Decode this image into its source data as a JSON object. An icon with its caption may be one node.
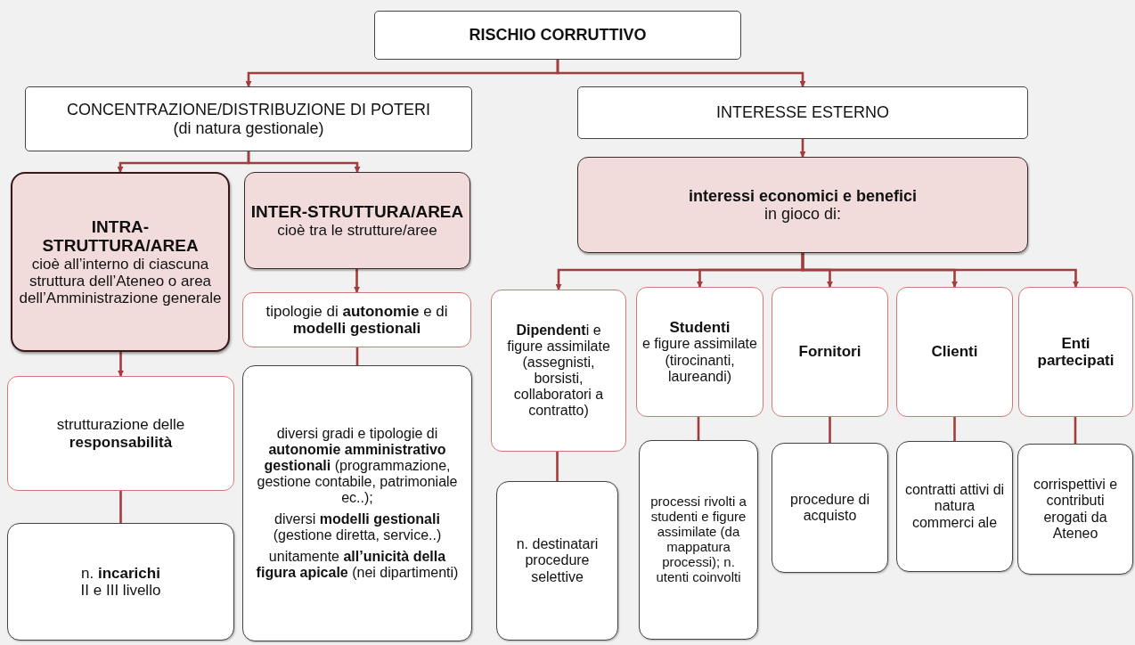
{
  "diagram": {
    "nodes": [
      {
        "text": [
          "RISCHIO CORRUTTIVO"
        ]
      },
      {
        "text": [
          "CONCENTRAZIONE/DISTRIBUZIONE DI POTERI",
          "(di natura gestionale)"
        ]
      },
      {
        "text": [
          "INTERESSE ESTERNO"
        ]
      },
      {
        "text": [
          "INTRA-STRUTTURA/AREA",
          "cioè all’interno di ciascuna struttura dell’Ateneo o area dell’Amministrazione generale"
        ]
      },
      {
        "text": [
          "INTER-STRUTTURA/AREA",
          "cioè tra le strutture/aree"
        ]
      },
      {
        "text": [
          "interessi economici e benefici",
          "in gioco di:"
        ]
      },
      {
        "text": [
          "strutturazione delle **responsabilità**"
        ]
      },
      {
        "text": [
          "n. **incarichi**",
          "II e III livello"
        ]
      },
      {
        "text": [
          "tipologie di **autonomie** e di **modelli gestionali**"
        ]
      },
      {
        "text": [
          "diversi gradi e tipologie di **autonomie amministrativo gestionali** (programmazione, gestione contabile, patrimoniale ec..);",
          "diversi **modelli gestionali** (gestione diretta, service..)",
          "unitamente **all’unicità della figura apicale** (nei dipartimenti)"
        ]
      },
      {
        "text": [
          "**Dipendent**i e figure assimilate (assegnisti, borsisti, collaboratori a contratto)"
        ]
      },
      {
        "text": [
          "Studenti",
          "e figure assimilate (tirocinanti, laureandi)"
        ]
      },
      {
        "text": [
          "Fornitori"
        ]
      },
      {
        "text": [
          "Clienti"
        ]
      },
      {
        "text": [
          "Enti partecipati"
        ]
      },
      {
        "text": [
          "n. destinatari procedure selettive"
        ]
      },
      {
        "text": [
          "processi rivolti a studenti e figure assimilate (da mappatura processi); n. utenti coinvolti"
        ]
      },
      {
        "text": [
          "procedure di acquisto"
        ]
      },
      {
        "text": [
          "contratti attivi di natura commerci ale"
        ]
      },
      {
        "text": [
          "corrispettivi e contributi erogati da Ateneo"
        ]
      }
    ],
    "edges": [
      {
        "from": 0,
        "to": 1,
        "arrow": "to"
      },
      {
        "from": 0,
        "to": 2,
        "arrow": "to"
      },
      {
        "from": 1,
        "to": 3,
        "arrow": "to"
      },
      {
        "from": 1,
        "to": 4,
        "arrow": "to"
      },
      {
        "from": 2,
        "to": 5,
        "arrow": "to"
      },
      {
        "from": 3,
        "to": 6,
        "arrow": "to"
      },
      {
        "from": 6,
        "to": 7,
        "arrow": "none"
      },
      {
        "from": 4,
        "to": 8,
        "arrow": "to"
      },
      {
        "from": 8,
        "to": 9,
        "arrow": "none"
      },
      {
        "from": 5,
        "to": 10,
        "arrow": "to"
      },
      {
        "from": 5,
        "to": 11,
        "arrow": "to"
      },
      {
        "from": 5,
        "to": 12,
        "arrow": "to"
      },
      {
        "from": 5,
        "to": 13,
        "arrow": "to"
      },
      {
        "from": 5,
        "to": 14,
        "arrow": "to"
      },
      {
        "from": 10,
        "to": 15,
        "arrow": "none"
      },
      {
        "from": 11,
        "to": 16,
        "arrow": "none"
      },
      {
        "from": 12,
        "to": 17,
        "arrow": "none"
      },
      {
        "from": 13,
        "to": 18,
        "arrow": "none"
      },
      {
        "from": 14,
        "to": 19,
        "arrow": "none"
      }
    ]
  }
}
